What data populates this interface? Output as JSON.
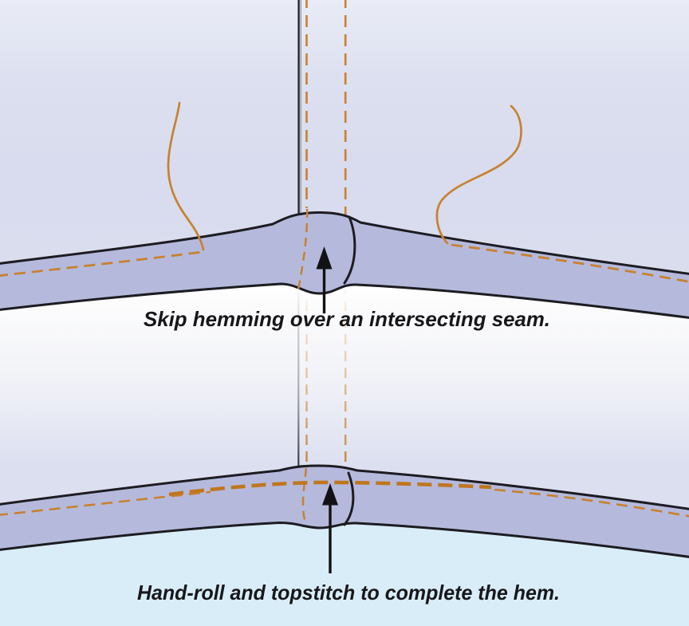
{
  "figure": {
    "subject": "hemming-over-intersecting-seam-illustration",
    "panel_top": {
      "caption": "Skip hemming over an intersecting seam.",
      "annotation_arrow": "up-arrow-icon",
      "elements": [
        "vertical seam",
        "hand-hemming dashed stitches",
        "two loose thread tails",
        "seam-intersection bump left unstitched"
      ]
    },
    "panel_bottom": {
      "caption": "Hand-roll and topstitch to complete the hem.",
      "annotation_arrow": "up-arrow-icon",
      "elements": [
        "faded vertical seam",
        "heavy topstitch dashes across the bump",
        "thin hemming dashes at sides"
      ]
    }
  },
  "icons": {
    "annotation_arrow": "up-arrow"
  },
  "colors": {
    "fabric_light": "#e9ecf6",
    "fabric": "#d8dcee",
    "hem_band": "#b5badc",
    "gap_white": "#ffffff",
    "below_hem_blue": "#d9edf8",
    "outline": "#1c1c22",
    "thread_orange": "#c8812f",
    "topstitch_orange": "#c0761f",
    "arrow_black": "#121215",
    "caption_text": "#17171a"
  }
}
